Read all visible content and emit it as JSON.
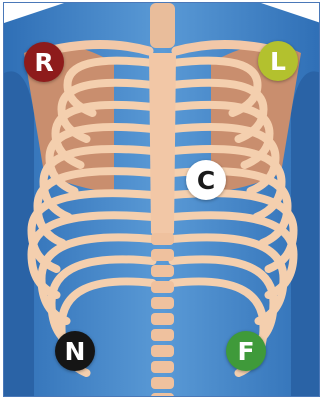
{
  "electrodes": {
    "right_arm": {
      "label": "R",
      "color": "#8e1b1b",
      "text_color": "#ffffff"
    },
    "left_arm": {
      "label": "L",
      "color": "#b3c12e",
      "text_color": "#ffffff"
    },
    "chest": {
      "label": "C",
      "color": "#ffffff",
      "text_color": "#1a1a1a"
    },
    "right_leg": {
      "label": "N",
      "color": "#151515",
      "text_color": "#ffffff"
    },
    "left_leg": {
      "label": "F",
      "color": "#3f9a3a",
      "text_color": "#ffffff"
    }
  }
}
